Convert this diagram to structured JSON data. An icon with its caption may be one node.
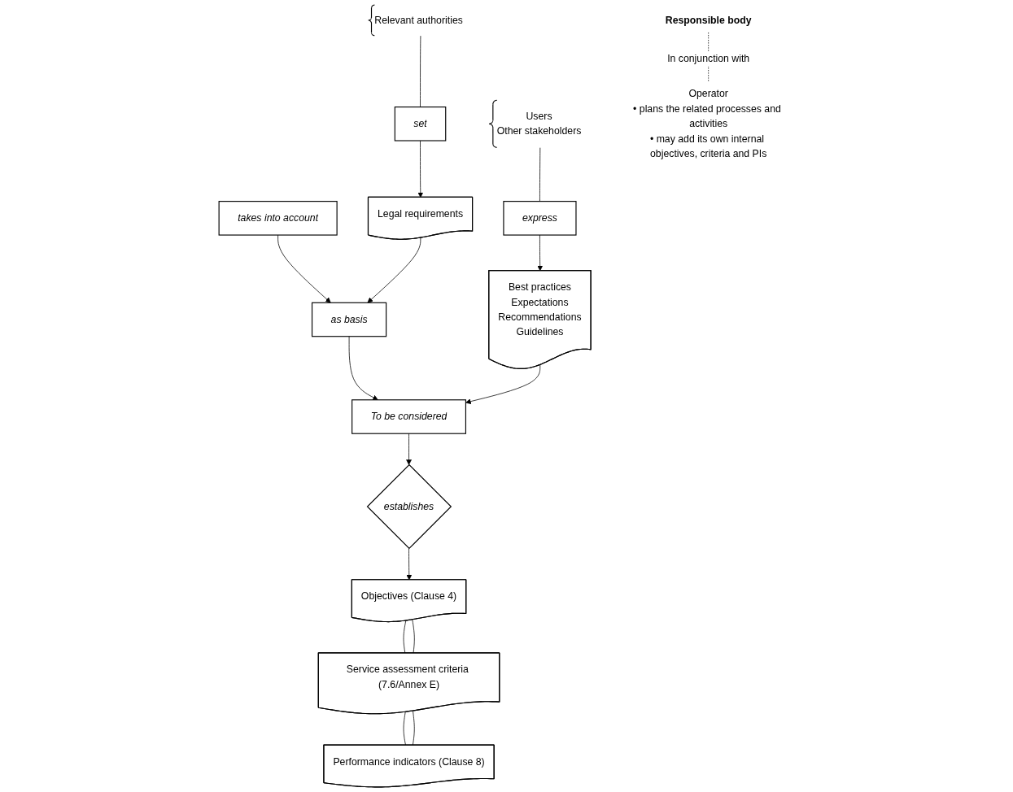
{
  "diagram": {
    "nodes": [
      {
        "text": [
          "Responsible body"
        ]
      },
      {
        "text": [
          "takes into account"
        ]
      },
      {
        "text": [
          "as basis"
        ]
      },
      {
        "text": [
          "To be considered"
        ]
      },
      {
        "text": [
          "establishes"
        ]
      },
      {
        "text": [
          "Objectives (Clause 4)"
        ]
      },
      {
        "text": [
          "Service assessment criteria (7.6/Annex E)"
        ]
      },
      {
        "text": [
          "Performance indicators (Clause 8)"
        ]
      },
      {
        "text": [
          "Legal requirements"
        ]
      },
      {
        "text": [
          "set"
        ]
      },
      {
        "text": [
          "Relevant authorities"
        ]
      },
      {
        "text": [
          "Best practices",
          "Expectations",
          "Recommendations",
          "Guidelines"
        ]
      },
      {
        "text": [
          "express"
        ]
      },
      {
        "text": [
          "Users",
          "Other stakeholders"
        ]
      },
      {
        "text": [
          "Operator",
          "• plans the related processes and activities",
          "• may add its own internal objectives, criteria and PIs"
        ]
      }
    ],
    "edges": [
      {
        "from": 0,
        "to": 14,
        "arrow": "none",
        "style": "dashed",
        "label": "In conjunction with"
      },
      {
        "from": 1,
        "to": 2,
        "arrow": "to"
      },
      {
        "from": 2,
        "to": 3,
        "arrow": "to"
      },
      {
        "from": 3,
        "to": 4,
        "arrow": "to"
      },
      {
        "from": 4,
        "to": 5,
        "arrow": "to"
      },
      {
        "from": 5,
        "to": 6,
        "arrow": "none"
      },
      {
        "from": 5,
        "to": 6,
        "arrow": "none"
      },
      {
        "from": 6,
        "to": 7,
        "arrow": "none"
      },
      {
        "from": 6,
        "to": 7,
        "arrow": "none"
      },
      {
        "from": 8,
        "to": 2,
        "arrow": "to"
      },
      {
        "from": 9,
        "to": 8,
        "arrow": "to"
      },
      {
        "from": 10,
        "to": 9,
        "arrow": "none"
      },
      {
        "from": 11,
        "to": 3,
        "arrow": "to"
      },
      {
        "from": 12,
        "to": 11,
        "arrow": "to"
      },
      {
        "from": 13,
        "to": 12,
        "arrow": "none"
      }
    ]
  }
}
